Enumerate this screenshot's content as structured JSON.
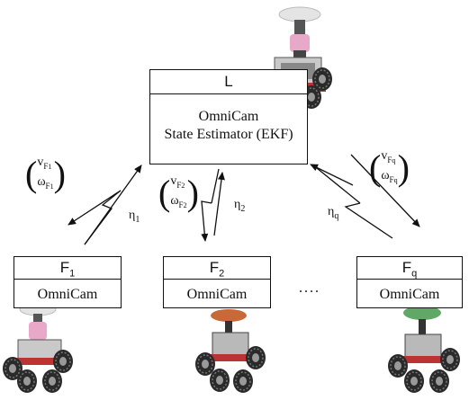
{
  "leader": {
    "label": "L",
    "lines": [
      "OmniCam",
      "State Estimator (EKF)"
    ]
  },
  "followers": [
    {
      "label": "F",
      "sub": "1",
      "body": "OmniCam"
    },
    {
      "label": "F",
      "sub": "2",
      "body": "OmniCam"
    },
    {
      "label": "F",
      "sub": "q",
      "body": "OmniCam"
    }
  ],
  "ellipsis": "....",
  "links": [
    {
      "eta": "η",
      "eta_sub": "1",
      "v": "v",
      "w": "ω",
      "sub": "F",
      "subsub": "1"
    },
    {
      "eta": "η",
      "eta_sub": "2",
      "v": "v",
      "w": "ω",
      "sub": "F",
      "subsub": "2"
    },
    {
      "eta": "η",
      "eta_sub": "q",
      "v": "v",
      "w": "ω",
      "sub": "F",
      "subsub": "q"
    }
  ],
  "colors": {
    "leader_marker": "#e8a8c8",
    "f1_marker": "#e8a8c8",
    "f2_marker": "#c8693a",
    "fq_marker": "#5fa866"
  }
}
